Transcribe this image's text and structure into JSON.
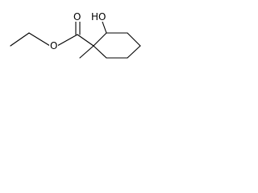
{
  "molecule": {
    "atom_labels": {
      "ester_oxygen": "O",
      "carbonyl_oxygen": "O",
      "hydroxyl": "HO"
    },
    "bond_color": "#000000",
    "background_color": "#ffffff"
  }
}
